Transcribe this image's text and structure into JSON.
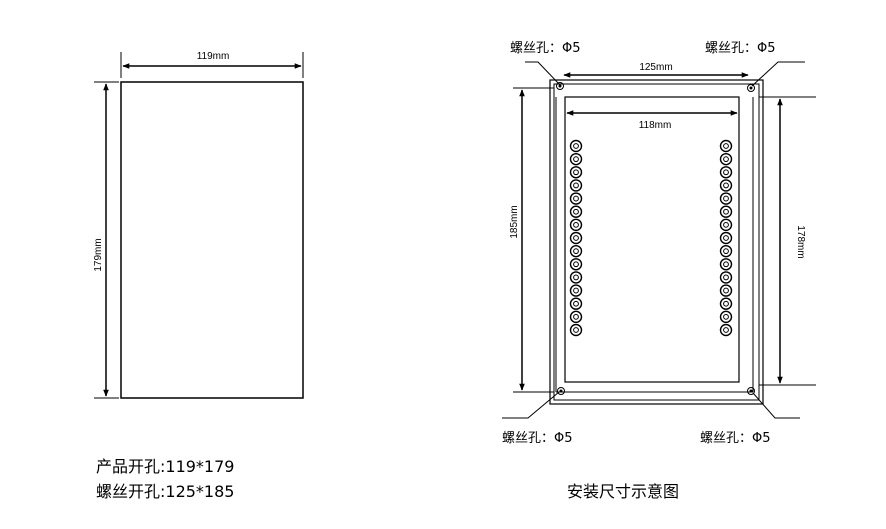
{
  "left_diagram": {
    "width_dim": "119mm",
    "height_dim": "179mm"
  },
  "right_diagram": {
    "outer_width_dim": "125mm",
    "inner_width_dim": "118mm",
    "left_height_dim": "185mm",
    "right_height_dim": "178mm",
    "terminal_rows_per_column": 15
  },
  "screw_labels": {
    "top_left": "螺丝孔：Φ5",
    "top_right": "螺丝孔：Φ5",
    "bottom_left": "螺丝孔：Φ5",
    "bottom_right": "螺丝孔：Φ5"
  },
  "captions": {
    "product_cutout": "产品开孔:119*179",
    "screw_cutout": "螺丝开孔:125*185",
    "install_title": "安装尺寸示意图"
  },
  "colors": {
    "line": "#000000",
    "background": "#ffffff"
  }
}
